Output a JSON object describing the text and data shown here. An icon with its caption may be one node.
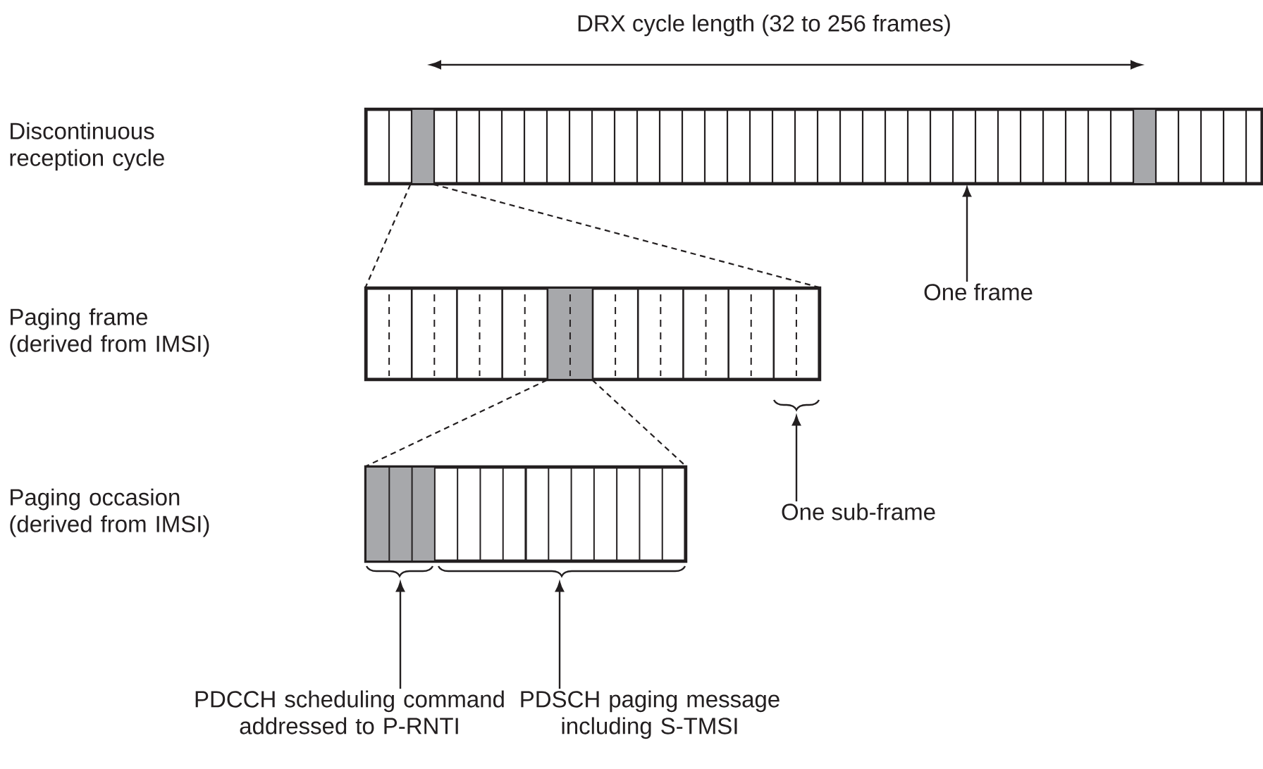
{
  "diagram": {
    "nodes": [
      {
        "text": [],
        "shape": "bar"
      },
      {
        "text": [],
        "shape": "bar"
      },
      {
        "text": [],
        "shape": "bar"
      },
      {
        "text": [
          "One frame"
        ]
      },
      {
        "text": [
          "One sub-frame"
        ]
      },
      {
        "text": [
          "PDCCH scheduling command addressed to P-RNTI"
        ]
      },
      {
        "text": [
          "PDSCH paging message including S-TMSI"
        ]
      },
      {
        "text": [],
        "shape": "brace"
      },
      {
        "text": [],
        "shape": "brace"
      },
      {
        "text": [],
        "shape": "brace"
      }
    ],
    "edges": [
      {
        "from": 0,
        "to": 1,
        "arrow": "none",
        "style": "dashed"
      },
      {
        "from": 0,
        "to": 1,
        "arrow": "none",
        "style": "dashed"
      },
      {
        "from": 1,
        "to": 2,
        "arrow": "none",
        "style": "dashed"
      },
      {
        "from": 1,
        "to": 2,
        "arrow": "none",
        "style": "dashed"
      },
      {
        "from": 3,
        "to": 0,
        "arrow": "to"
      },
      {
        "from": 4,
        "to": 7,
        "arrow": "to"
      },
      {
        "from": 5,
        "to": 8,
        "arrow": "to"
      },
      {
        "from": 6,
        "to": 9,
        "arrow": "to"
      }
    ],
    "labels": [
      "DRX cycle length (32 to 256 frames)",
      "Discontinuous reception cycle",
      "Paging frame (derived from IMSI)",
      "Paging occasion (derived from IMSI)"
    ]
  }
}
